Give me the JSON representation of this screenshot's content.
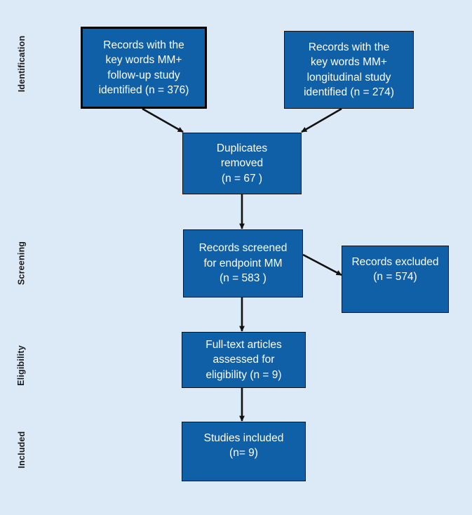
{
  "diagram": {
    "type": "prisma-flow-diagram",
    "background_color": "#dce9f7",
    "box_fill_color": "#1060a8",
    "box_text_color": "#ffffff",
    "connector_color": "#111111",
    "stage_labels": [
      {
        "id": "identification",
        "label": "Identification"
      },
      {
        "id": "screening",
        "label": "Screening"
      },
      {
        "id": "eligibility",
        "label": "Eligibility"
      },
      {
        "id": "included",
        "label": "Included"
      }
    ],
    "boxes": [
      {
        "id": "records-followup",
        "text": "Records with the\nkey words MM+\nfollow-up study\nidentified (n = 376)",
        "count": 376
      },
      {
        "id": "records-longitudinal",
        "text": "Records with the\nkey words MM+\nlongitudinal study\nidentified (n = 274)",
        "count": 274
      },
      {
        "id": "duplicates-removed",
        "text": "Duplicates\nremoved\n(n = 67   )",
        "count": 67
      },
      {
        "id": "records-screened",
        "text": "Records screened\nfor endpoint MM\n(n = 583   )",
        "count": 583
      },
      {
        "id": "records-excluded",
        "text": "Records excluded\n(n = 574)",
        "count": 574
      },
      {
        "id": "fulltext-assessed",
        "text": "Full-text articles\nassessed for\neligibility  (n = 9)",
        "count": 9
      },
      {
        "id": "studies-included",
        "text": "Studies included\n(n= 9)",
        "count": 9
      }
    ]
  }
}
